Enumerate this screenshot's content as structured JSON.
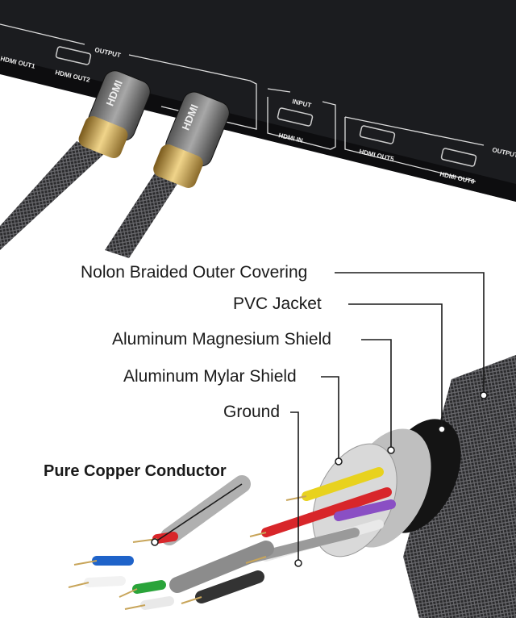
{
  "device": {
    "group_labels": [
      "OUTPUT",
      "INPUT",
      "OUTPUT"
    ],
    "ports": [
      "HDMI OUT1",
      "HDMI OUT2",
      "HDMI IN",
      "HDMI OUT5",
      "HDMI OUT6"
    ],
    "connector_brand": "HDMI"
  },
  "callouts": [
    {
      "label": "Nolon Braided Outer Covering"
    },
    {
      "label": "PVC Jacket"
    },
    {
      "label": "Aluminum Magnesium Shield"
    },
    {
      "label": "Aluminum Mylar Shield"
    },
    {
      "label": "Ground"
    },
    {
      "label": "Pure Copper Conductor"
    }
  ],
  "colors": {
    "device": "#1b1c1f",
    "gold": "#c9a24a",
    "braid": "#2a2a2c",
    "wires": [
      "#e8d21e",
      "#d8262a",
      "#8a4fc4",
      "#e9e9e9",
      "#1f63c9",
      "#2aa43a"
    ]
  }
}
